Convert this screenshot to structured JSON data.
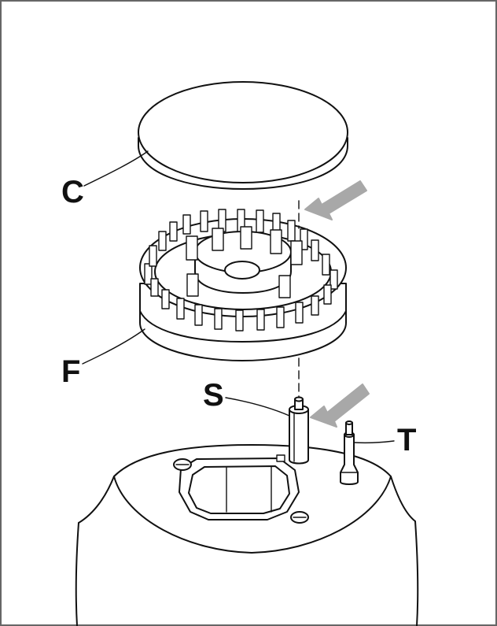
{
  "diagram": {
    "labels": {
      "cap": "C",
      "flame_spreader": "F",
      "spark_plug": "S",
      "thermocouple": "T"
    },
    "colors": {
      "ink": "#111111",
      "arrow": "#a8a8a8",
      "border": "#666666",
      "background": "#ffffff"
    }
  }
}
